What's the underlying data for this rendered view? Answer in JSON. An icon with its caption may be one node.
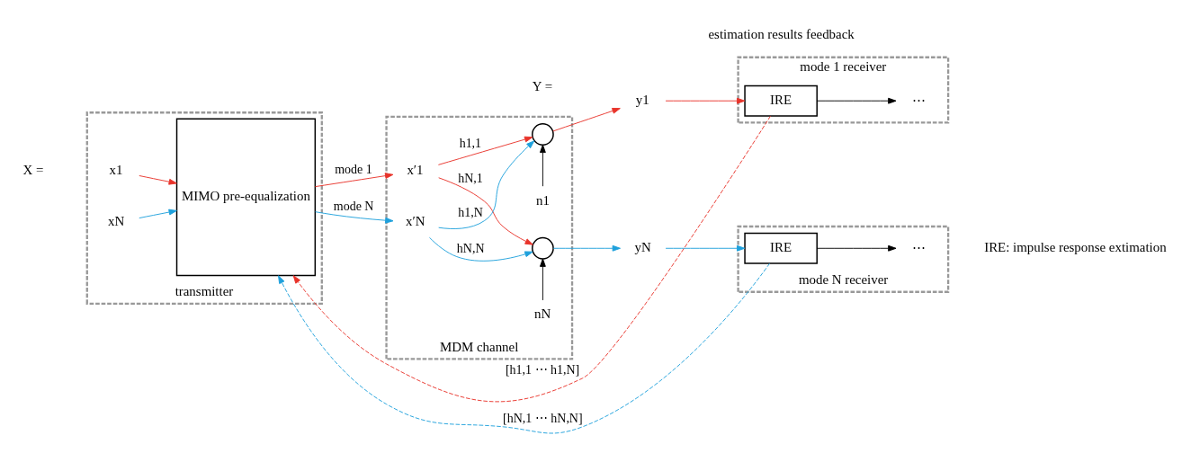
{
  "diagram": {
    "nodes": [
      {
        "text": [
          "transmitter"
        ]
      },
      {
        "text": [
          "x1"
        ],
        "in": 0
      },
      {
        "text": [
          "xN"
        ],
        "in": 0
      },
      {
        "text": [
          "MIMO pre-equalization"
        ],
        "in": 0
      },
      {
        "text": [
          "MDM channel"
        ]
      },
      {
        "text": [
          "x′1"
        ],
        "in": 4
      },
      {
        "text": [
          "x′N"
        ],
        "in": 4
      },
      {
        "text": [],
        "shape": "circle",
        "in": 4
      },
      {
        "text": [],
        "shape": "circle",
        "in": 4
      },
      {
        "text": [
          "n1"
        ],
        "in": 4
      },
      {
        "text": [
          "nN"
        ],
        "in": 4
      },
      {
        "text": [
          "y1"
        ]
      },
      {
        "text": [
          "yN"
        ]
      },
      {
        "text": [
          "mode 1 receiver"
        ]
      },
      {
        "text": [
          "IRE"
        ],
        "in": 13
      },
      {
        "text": [
          "⋯"
        ],
        "in": 13
      },
      {
        "text": [
          "mode N receiver"
        ]
      },
      {
        "text": [
          "IRE"
        ],
        "in": 16
      },
      {
        "text": [
          "⋯"
        ],
        "in": 16
      }
    ],
    "edges": [
      {
        "from": 1,
        "to": 3,
        "arrow": "to",
        "color": "#e8332a"
      },
      {
        "from": 2,
        "to": 3,
        "arrow": "to",
        "color": "#1ea0dc"
      },
      {
        "from": 3,
        "to": 5,
        "arrow": "to",
        "label": "mode 1",
        "color": "#e8332a"
      },
      {
        "from": 3,
        "to": 6,
        "arrow": "to",
        "label": "mode N",
        "color": "#1ea0dc"
      },
      {
        "from": 5,
        "to": 7,
        "arrow": "to",
        "label": "h1,1",
        "color": "#e8332a"
      },
      {
        "from": 5,
        "to": 8,
        "arrow": "to",
        "label": "hN,1",
        "color": "#e8332a"
      },
      {
        "from": 6,
        "to": 7,
        "arrow": "to",
        "label": "h1,N",
        "color": "#1ea0dc"
      },
      {
        "from": 6,
        "to": 8,
        "arrow": "to",
        "label": "hN,N",
        "color": "#1ea0dc"
      },
      {
        "from": 9,
        "to": 7,
        "arrow": "to",
        "color": "#000000"
      },
      {
        "from": 10,
        "to": 8,
        "arrow": "to",
        "color": "#000000"
      },
      {
        "from": 7,
        "to": 11,
        "arrow": "to",
        "color": "#e8332a"
      },
      {
        "from": 8,
        "to": 12,
        "arrow": "to",
        "color": "#1ea0dc"
      },
      {
        "from": 11,
        "to": 14,
        "arrow": "to",
        "color": "#e8332a"
      },
      {
        "from": 12,
        "to": 17,
        "arrow": "to",
        "color": "#1ea0dc"
      },
      {
        "from": 14,
        "to": 15,
        "arrow": "to",
        "color": "#000000"
      },
      {
        "from": 17,
        "to": 18,
        "arrow": "to",
        "color": "#000000"
      },
      {
        "from": 14,
        "to": 3,
        "arrow": "to",
        "style": "dashed",
        "label": "[h1,1 ⋯ h1,N]",
        "color": "#e8332a"
      },
      {
        "from": 17,
        "to": 3,
        "arrow": "to",
        "style": "dashed",
        "label": "[hN,1 ⋯ hN,N]",
        "color": "#1ea0dc"
      }
    ],
    "labels": [
      "estimation results feedback",
      "X =",
      "Y =",
      "IRE: impulse response extimation"
    ]
  }
}
